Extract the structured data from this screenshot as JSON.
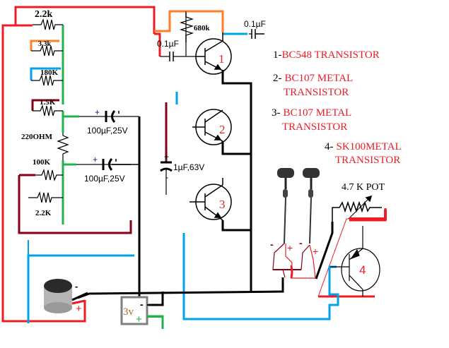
{
  "diagram": {
    "title": "Transistor hearing aid / sound amplifier circuit",
    "colors": {
      "red": "#ed1c24",
      "orange": "#ff7f27",
      "blue": "#00a2e8",
      "green": "#22b14c",
      "maroon": "#880015",
      "black": "#000000",
      "gray": "#7f7f7f",
      "label_red": "#ed1c24"
    },
    "resistors": {
      "r1": "2.2k",
      "r2": "3.3k",
      "r3": "180K",
      "r4": "1.5K",
      "r5": "220OHM",
      "r6": "100K",
      "r7": "2.2K",
      "r8": "680k"
    },
    "capacitors": {
      "c1": "0.1µF",
      "c2": "0.1µF",
      "c3": "100µF,25V",
      "c4": "100µF,25V",
      "c5": "1µF,63V"
    },
    "transistor_numbers": [
      "1",
      "2",
      "3",
      "4"
    ],
    "legend": [
      {
        "num": "1-",
        "name": "BC548 TRANSISTOR"
      },
      {
        "num": "2-",
        "name": "BC107 METAL",
        "name2": "TRANSISTOR"
      },
      {
        "num": "3-",
        "name": "BC107 METAL",
        "name2": "TRANSISTOR"
      },
      {
        "num": "4-",
        "name": "SK100METAL",
        "name2": "TRANSISTOR"
      }
    ],
    "pot_label": "4.7 K POT",
    "battery_label": "3v",
    "battery_minus": "-",
    "battery_plus": "+",
    "mic_minus": "-",
    "mic_plus": "+",
    "cap_plus": "+",
    "cap_minus": "-",
    "earphone_minus": "-",
    "earphone_plus": "+"
  }
}
